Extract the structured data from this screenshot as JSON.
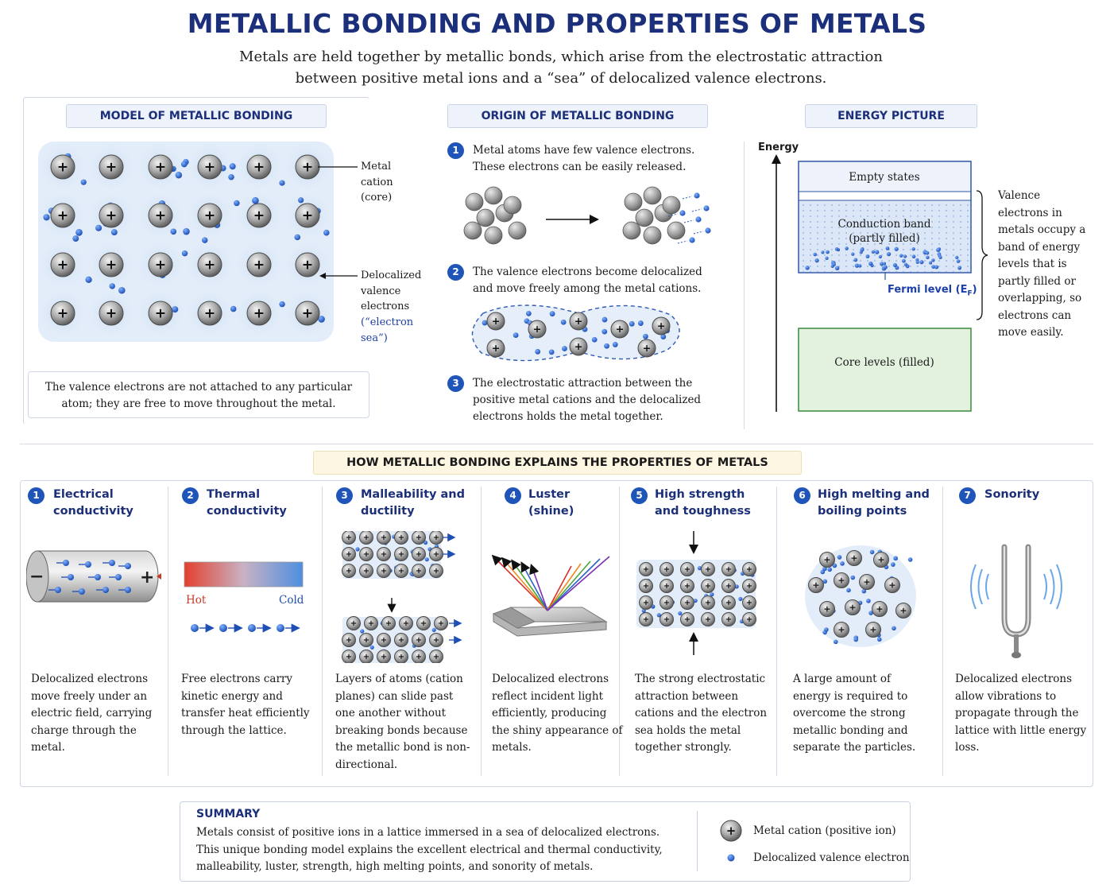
{
  "header": {
    "title": "METALLIC BONDING AND PROPERTIES OF METALS",
    "subtitle": "Metals are held together by metallic bonds, which arise from the electrostatic attraction between positive metal ions and a “sea” of delocalized valence electrons."
  },
  "model": {
    "tag": "MODEL OF METALLIC BONDING",
    "label_cation": "Metal cation (core)",
    "label_deloc": "Delocalized valence electrons",
    "label_sea": "(“electron sea”)",
    "note": "The valence electrons are not attached to any particular atom; they are free to move throughout the metal."
  },
  "origin": {
    "tag": "ORIGIN OF METALLIC BONDING",
    "steps": [
      {
        "num": "1",
        "text": "Metal atoms have few valence electrons. These electrons can be easily released."
      },
      {
        "num": "2",
        "text": "The valence electrons become delocalized and move freely among the metal cations."
      },
      {
        "num": "3",
        "text": "The electrostatic attraction between the positive metal cations and the delocalized electrons holds the metal together."
      }
    ]
  },
  "energy": {
    "tag": "ENERGY PICTURE",
    "axis_label": "Energy",
    "empty": "Empty states",
    "conduction": "Conduction band (partly filled)",
    "fermi": "Fermi level (E",
    "fermi_sub": "F",
    "fermi_end": ")",
    "core": "Core levels (filled)",
    "note": "Valence electrons in metals occupy a band of energy levels that is partly filled or overlapping, so electrons can move easily."
  },
  "properties": {
    "tag": "HOW METALLIC BONDING EXPLAINS THE PROPERTIES OF METALS",
    "items": [
      {
        "num": "1",
        "title": "Electrical conductivity",
        "desc": "Delocalized electrons move freely under an electric field, carrying charge through the metal."
      },
      {
        "num": "2",
        "title": "Thermal conductivity",
        "desc": "Free electrons carry kinetic energy and transfer heat efficiently through the lattice.",
        "hot": "Hot",
        "cold": "Cold"
      },
      {
        "num": "3",
        "title": "Malleability and ductility",
        "desc": "Layers of atoms (cation planes) can slide past one another without breaking bonds because the metallic bond is non-directional."
      },
      {
        "num": "4",
        "title": "Luster (shine)",
        "desc": "Delocalized electrons reflect incident light efficiently, producing the shiny appearance of metals."
      },
      {
        "num": "5",
        "title": "High strength and toughness",
        "desc": "The strong electrostatic attraction between cations and the electron sea holds the metal together strongly."
      },
      {
        "num": "6",
        "title": "High melting and boiling points",
        "desc": "A large amount of energy is required to overcome the strong metallic bonding and separate the particles."
      },
      {
        "num": "7",
        "title": "Sonority",
        "desc": "Delocalized electrons allow vibrations to propagate through the lattice with little energy loss."
      }
    ]
  },
  "summary": {
    "heading": "SUMMARY",
    "text": "Metals consist of positive ions in a lattice immersed in a sea of delocalized electrons. This unique bonding model explains the excellent electrical and thermal conductivity, malleability, luster, strength, high melting points, and sonority of metals.",
    "legend_cation": "Metal cation (positive ion)",
    "legend_electron": "Delocalized valence electron"
  }
}
